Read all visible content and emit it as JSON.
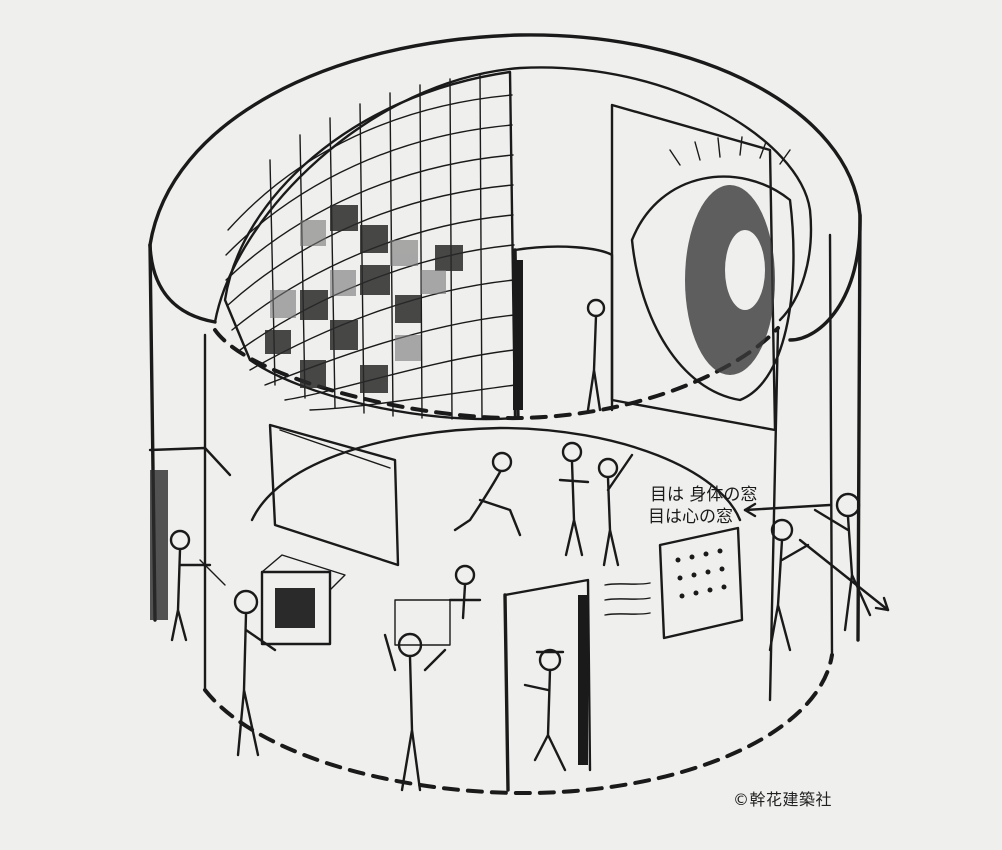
{
  "illustration": {
    "subject": "cylindrical-exhibition-room-sketch",
    "ink_color": "#1a1a1a",
    "paper_color": "#efefed",
    "wall_note": {
      "line1": "目は 身体の窓",
      "line2": "目は心の窓"
    },
    "credit": "©幹花建築社"
  }
}
